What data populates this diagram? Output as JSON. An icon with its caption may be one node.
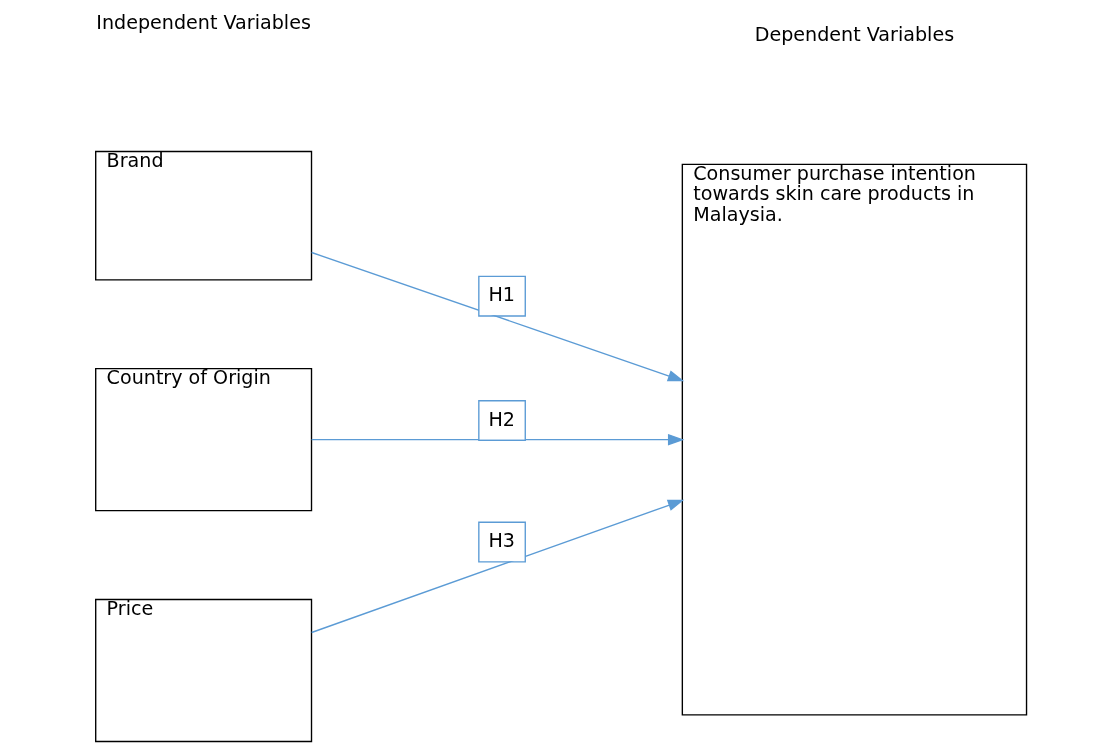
{
  "diagram": {
    "nodes": [
      {
        "text": [
          "Brand"
        ]
      },
      {
        "text": [
          "Country of Origin"
        ]
      },
      {
        "text": [
          "Price"
        ]
      },
      {
        "text": [
          "Consumer purchase intention towards skin care products in Malaysia."
        ]
      }
    ],
    "edges": [
      {
        "from": 0,
        "to": 3,
        "arrow": "to",
        "label": "H1"
      },
      {
        "from": 1,
        "to": 3,
        "arrow": "to",
        "label": "H2"
      },
      {
        "from": 2,
        "to": 3,
        "arrow": "to",
        "label": "H3"
      }
    ],
    "labels": [
      "Independent Variables",
      "Dependent Variables"
    ]
  }
}
